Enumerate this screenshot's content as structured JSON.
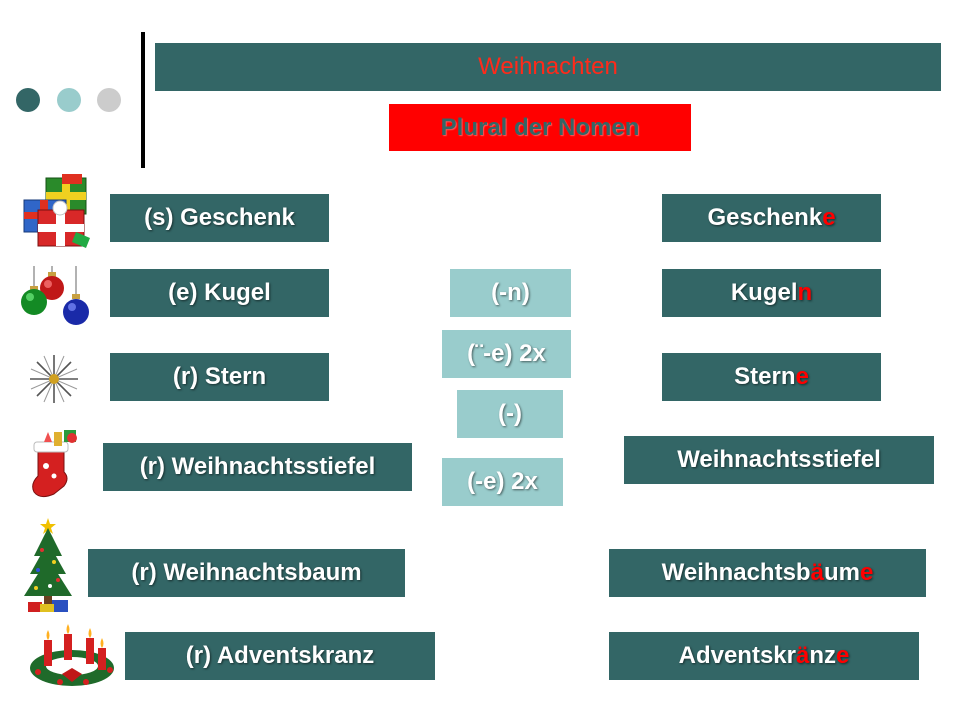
{
  "header": {
    "title": "Weihnachten",
    "subtitle": "Plural der Nomen"
  },
  "colors": {
    "bar": "#336666",
    "ending_box": "#99cccc",
    "highlight": "#ff0000",
    "dots": [
      "#336666",
      "#99cccc",
      "#cccccc"
    ]
  },
  "singulars": [
    {
      "text": "(s) Geschenk",
      "icon": "gift-icon"
    },
    {
      "text": "(e) Kugel",
      "icon": "christmas-ornaments-icon"
    },
    {
      "text": "(r) Stern",
      "icon": "star-icon"
    },
    {
      "text": "(r) Weihnachtsstiefel",
      "icon": "christmas-stocking-icon"
    },
    {
      "text": "(r) Weihnachtsbaum",
      "icon": "christmas-tree-icon"
    },
    {
      "text": "(r) Adventskranz",
      "icon": "advent-wreath-icon"
    }
  ],
  "endings": [
    "(-n)",
    "(¨-e) 2x",
    "(-)",
    "(-e) 2x"
  ],
  "plurals": [
    {
      "parts": [
        {
          "t": "Geschenk",
          "h": false
        },
        {
          "t": "e",
          "h": true
        }
      ]
    },
    {
      "parts": [
        {
          "t": "Kugel",
          "h": false
        },
        {
          "t": "n",
          "h": true
        }
      ]
    },
    {
      "parts": [
        {
          "t": "Stern",
          "h": false
        },
        {
          "t": "e",
          "h": true
        }
      ]
    },
    {
      "parts": [
        {
          "t": "Weihnachtsstiefel",
          "h": false
        }
      ]
    },
    {
      "parts": [
        {
          "t": "Weihnachtsb",
          "h": false
        },
        {
          "t": "ä",
          "h": true
        },
        {
          "t": "um",
          "h": false
        },
        {
          "t": "e",
          "h": true
        }
      ]
    },
    {
      "parts": [
        {
          "t": "Adventskr",
          "h": false
        },
        {
          "t": "ä",
          "h": true
        },
        {
          "t": "nz",
          "h": false
        },
        {
          "t": "e",
          "h": true
        }
      ]
    }
  ]
}
